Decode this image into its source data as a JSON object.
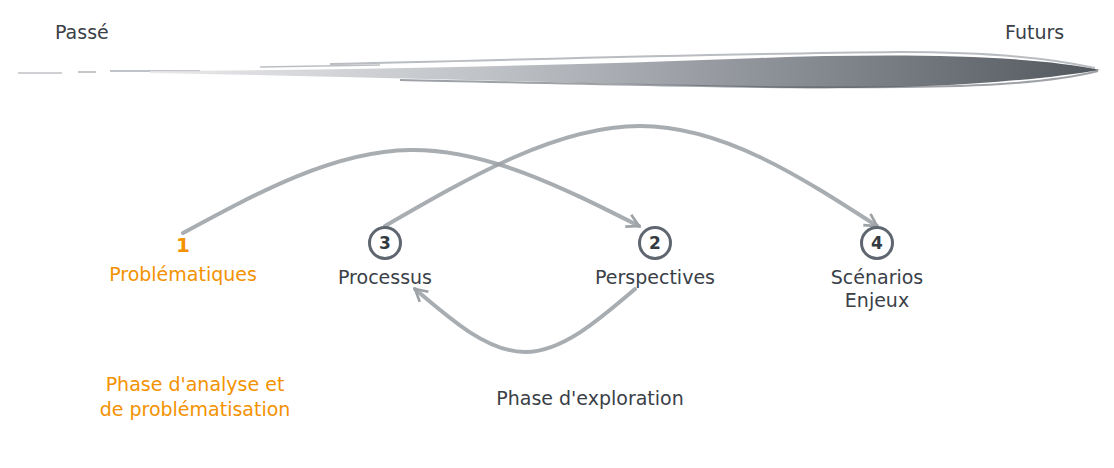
{
  "diagram": {
    "nodes": [
      {
        "text": [
          "1",
          "Problématiques"
        ]
      },
      {
        "text": [
          "3",
          "Processus"
        ]
      },
      {
        "text": [
          "2",
          "Perspectives"
        ]
      },
      {
        "text": [
          "4",
          "Scénarios Enjeux"
        ]
      }
    ],
    "edges": [
      {
        "from": 0,
        "to": 2,
        "arrow": "to"
      },
      {
        "from": 1,
        "to": 3,
        "arrow": "to"
      },
      {
        "from": 2,
        "to": 1,
        "arrow": "to"
      }
    ],
    "labels": [
      "Passé",
      "Futurs",
      "Phase d'analyse et de problématisation",
      "Phase d'exploration"
    ]
  }
}
